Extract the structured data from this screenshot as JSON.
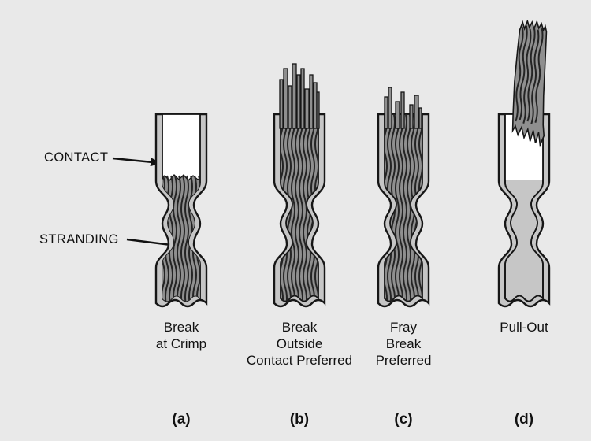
{
  "colors": {
    "background": "#e9e9e9",
    "tube_fill": "#c6c6c6",
    "outline": "#161616",
    "strand_fill": "#8f8f8f",
    "strand_line": "#242424",
    "interior_empty": "#ffffff",
    "text": "#111111"
  },
  "annotations": {
    "contact": "CONTACT",
    "stranding": "STRANDING"
  },
  "figures": [
    {
      "id": "a",
      "tag": "(a)",
      "caption_lines": [
        "Break",
        "at Crimp"
      ]
    },
    {
      "id": "b",
      "tag": "(b)",
      "caption_lines": [
        "Break",
        "Outside",
        "Contact Preferred"
      ]
    },
    {
      "id": "c",
      "tag": "(c)",
      "caption_lines": [
        "Fray",
        "Break",
        "Preferred"
      ]
    },
    {
      "id": "d",
      "tag": "(d)",
      "caption_lines": [
        "Pull-Out"
      ]
    }
  ]
}
